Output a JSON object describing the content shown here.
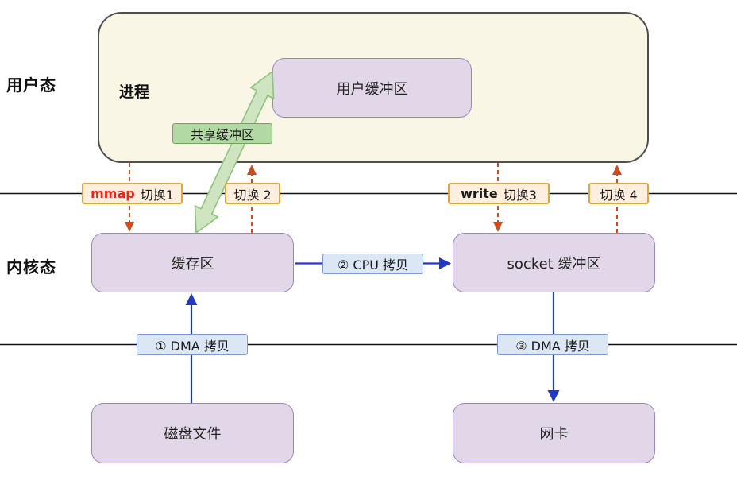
{
  "regions": {
    "user_mode": "用户态",
    "kernel_mode": "内核态"
  },
  "boxes": {
    "process": "进程",
    "user_buffer": "用户缓冲区",
    "kernel_buffer": "缓存区",
    "socket_buffer": "socket 缓冲区",
    "disk_file": "磁盘文件",
    "nic": "网卡"
  },
  "chips": {
    "shared_buffer": "共享缓冲区",
    "switch1_syscall": "mmap",
    "switch1": "切换1",
    "switch2": "切换 2",
    "switch3_syscall": "write",
    "switch3": "切换3",
    "switch4": "切换 4",
    "dma_copy_1": "① DMA 拷贝",
    "cpu_copy_2": "② CPU 拷贝",
    "dma_copy_3": "③ DMA 拷贝"
  },
  "arrows": [
    {
      "name": "shared-buffer-arrow",
      "from": "kernel_buffer",
      "to": "user_buffer",
      "style": "green-double-headed"
    },
    {
      "name": "switch1-arrow",
      "from": "process",
      "to": "kernel_buffer",
      "style": "red-dashed-down"
    },
    {
      "name": "switch2-arrow",
      "from": "kernel_buffer",
      "to": "process",
      "style": "red-dashed-up"
    },
    {
      "name": "switch3-arrow",
      "from": "process",
      "to": "socket_buffer",
      "style": "red-dashed-down"
    },
    {
      "name": "switch4-arrow",
      "from": "socket_buffer",
      "to": "process",
      "style": "red-dashed-up"
    },
    {
      "name": "dma1-arrow",
      "from": "disk_file",
      "to": "kernel_buffer",
      "style": "blue-solid-up"
    },
    {
      "name": "cpu2-arrow",
      "from": "kernel_buffer",
      "to": "socket_buffer",
      "style": "blue-solid-right"
    },
    {
      "name": "dma3-arrow",
      "from": "socket_buffer",
      "to": "nic",
      "style": "blue-solid-down"
    }
  ],
  "colors": {
    "process_fill": "#f9f6e5",
    "process_border": "#4f4f4f",
    "node_fill": "#e2d7e8",
    "node_border": "#9c86c2",
    "switch_chip_fill": "#fdeedd",
    "switch_chip_border": "#dfa640",
    "copy_chip_fill": "#dce7f6",
    "copy_chip_border": "#8097d8",
    "shared_chip_fill": "#b2d8a4",
    "shared_chip_border": "#6fa85d",
    "green_arrow_fill": "#cfe5c1",
    "green_arrow_stroke": "#8dc37b",
    "dashed_arrow": "#cf4b1e",
    "blue_arrow": "#2438c8",
    "syscall_red": "#e8251b",
    "boundary_line": "#111111"
  }
}
